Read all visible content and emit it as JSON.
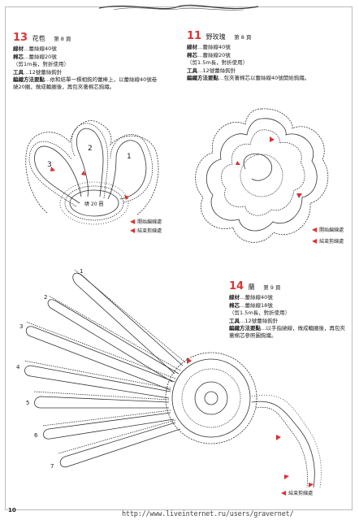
{
  "page_number": "10",
  "watermark": "http://www.liveinternet.ru/users/gravernet/",
  "patterns": [
    {
      "id": "p13",
      "number": "13",
      "title": "花苞",
      "page_ref": "第 8 頁",
      "lines": [
        {
          "label": "線材",
          "text": "…蕾絲線40號"
        },
        {
          "label": "棉芯",
          "text": "…蕾絲線20號"
        },
        {
          "label": "",
          "text": "（剪1m長，對折使用）"
        },
        {
          "label": "工具",
          "text": "…12號蕾絲鉤針"
        }
      ],
      "method_label": "編織方法要點",
      "method": "…依和結單一標相鉤的蕾棒上，以蕾絲線40號卷繞20圈，做成輪圈後，再包夾著棉芯鉤織。",
      "ring_label": "繞 20 圈",
      "petal_labels": [
        "1",
        "2",
        "3"
      ]
    },
    {
      "id": "p11",
      "number": "11",
      "title": "野玫瑰",
      "page_ref": "第 8 頁",
      "lines": [
        {
          "label": "線材",
          "text": "…蕾絲線40號"
        },
        {
          "label": "棉芯",
          "text": "…蕾絲線20號"
        },
        {
          "label": "",
          "text": "（剪1.5m長，對折使用）"
        },
        {
          "label": "工具",
          "text": "…12號蕾絲鉤針"
        }
      ],
      "method_label": "編織方法要點",
      "method": "…包夾著棉芯以蕾絲線40號開始鉤織。"
    },
    {
      "id": "p14",
      "number": "14",
      "title": "蘭",
      "page_ref": "第 9 頁",
      "lines": [
        {
          "label": "線材",
          "text": "…蕾絲線40號"
        },
        {
          "label": "棉芯",
          "text": "…蕾絲線18號"
        },
        {
          "label": "",
          "text": "（剪1.5m長，對折使用）"
        },
        {
          "label": "工具",
          "text": "…12號蕾絲鉤針"
        }
      ],
      "method_label": "編織方法要點",
      "method": "…以手指繞線，做成輪圈後，再包夾著棉芯參照圖鉤織。",
      "petal_labels": [
        "1",
        "2",
        "3",
        "4",
        "5",
        "6",
        "7"
      ]
    }
  ],
  "legend": {
    "start": "開始編線處",
    "end": "結束剪線處"
  },
  "colors": {
    "accent": "#d33333",
    "stitch": "#333333"
  }
}
